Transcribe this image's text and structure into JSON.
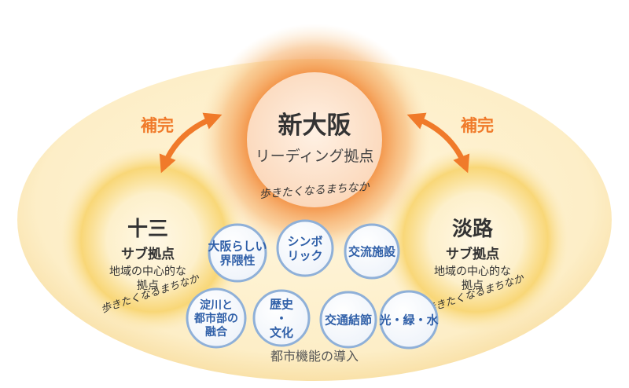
{
  "diagram": {
    "center": {
      "title": "新大阪",
      "subtitle": "リーディング拠点",
      "tagline": "歩きたくなるまちなか"
    },
    "left": {
      "title": "十三",
      "subtitle": "サブ拠点",
      "line1": "地域の中心的な",
      "line2": "拠点",
      "tagline": "歩きたくなるまちなか"
    },
    "right": {
      "title": "淡路",
      "subtitle": "サブ拠点",
      "line1": "地域の中心的な",
      "line2": "拠点",
      "tagline": "歩きたくなるまちなか"
    },
    "arrows": {
      "left_label": "補完",
      "right_label": "補完"
    },
    "functions": [
      {
        "lines": [
          "大阪らしい",
          "界隈性"
        ]
      },
      {
        "lines": [
          "シンボ",
          "リック"
        ]
      },
      {
        "lines": [
          "交流施設"
        ]
      },
      {
        "lines": [
          "淀川と",
          "都市部の",
          "融合"
        ]
      },
      {
        "lines": [
          "歴史",
          "・",
          "文化"
        ]
      },
      {
        "lines": [
          "交通結節"
        ]
      },
      {
        "lines": [
          "光・緑・水"
        ]
      }
    ],
    "bottom_label": "都市機能の導入",
    "colors": {
      "ellipse": "#fdf0cf",
      "ellipse_edge": "#f9dfa0",
      "center_glow": "#f07d2a",
      "center_core": "#fde5cf",
      "side_glow": "#f8d36a",
      "arrow": "#f07a2a",
      "bubble_text": "#2f5fa8",
      "bubble_edge": "#8fb0d8",
      "text_dark": "#333333",
      "text_gray": "#555555"
    }
  }
}
